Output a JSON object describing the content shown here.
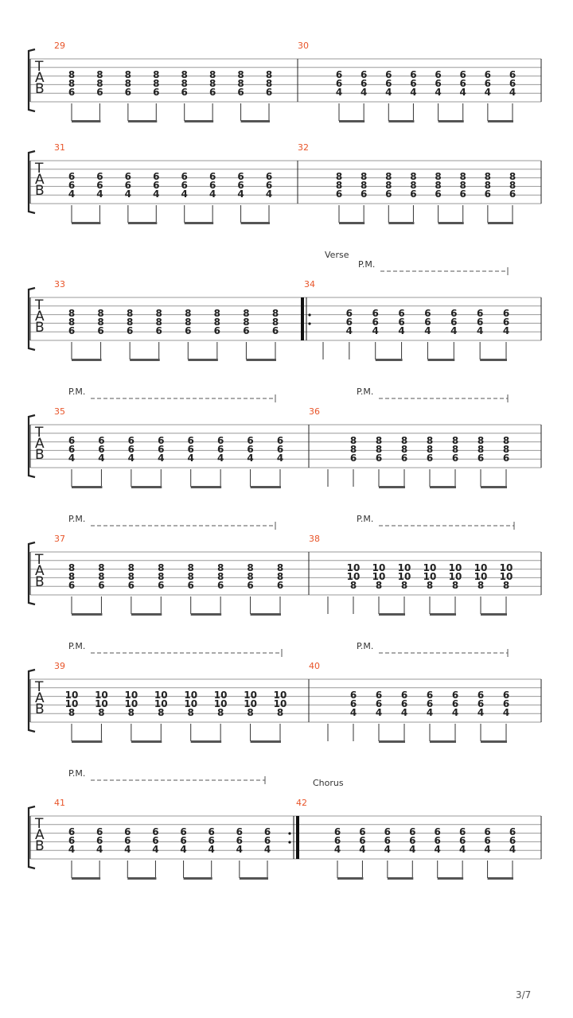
{
  "document": {
    "type": "guitar-tablature",
    "page_number": "3/7",
    "tab_clef": [
      "T",
      "A",
      "B"
    ],
    "colors": {
      "measure_number": "#e8552a",
      "staff": "#999999",
      "notes": "#222222",
      "barline": "#222222"
    }
  },
  "systems": [
    {
      "measures": [
        {
          "number": "29",
          "notes": [
            [
              "8",
              "8",
              "6"
            ],
            [
              "8",
              "8",
              "6"
            ],
            [
              "8",
              "8",
              "6"
            ],
            [
              "8",
              "8",
              "6"
            ],
            [
              "8",
              "8",
              "6"
            ],
            [
              "8",
              "8",
              "6"
            ],
            [
              "8",
              "8",
              "6"
            ],
            [
              "8",
              "8",
              "6"
            ]
          ]
        },
        {
          "number": "30",
          "notes": [
            [
              "6",
              "6",
              "4"
            ],
            [
              "6",
              "6",
              "4"
            ],
            [
              "6",
              "6",
              "4"
            ],
            [
              "6",
              "6",
              "4"
            ],
            [
              "6",
              "6",
              "4"
            ],
            [
              "6",
              "6",
              "4"
            ],
            [
              "6",
              "6",
              "4"
            ],
            [
              "6",
              "6",
              "4"
            ]
          ]
        }
      ]
    },
    {
      "measures": [
        {
          "number": "31",
          "notes": [
            [
              "6",
              "6",
              "4"
            ],
            [
              "6",
              "6",
              "4"
            ],
            [
              "6",
              "6",
              "4"
            ],
            [
              "6",
              "6",
              "4"
            ],
            [
              "6",
              "6",
              "4"
            ],
            [
              "6",
              "6",
              "4"
            ],
            [
              "6",
              "6",
              "4"
            ],
            [
              "6",
              "6",
              "4"
            ]
          ]
        },
        {
          "number": "32",
          "notes": [
            [
              "8",
              "8",
              "6"
            ],
            [
              "8",
              "8",
              "6"
            ],
            [
              "8",
              "8",
              "6"
            ],
            [
              "8",
              "8",
              "6"
            ],
            [
              "8",
              "8",
              "6"
            ],
            [
              "8",
              "8",
              "6"
            ],
            [
              "8",
              "8",
              "6"
            ],
            [
              "8",
              "8",
              "6"
            ]
          ]
        }
      ]
    },
    {
      "measures": [
        {
          "number": "33",
          "notes": [
            [
              "8",
              "8",
              "6"
            ],
            [
              "8",
              "8",
              "6"
            ],
            [
              "8",
              "8",
              "6"
            ],
            [
              "8",
              "8",
              "6"
            ],
            [
              "8",
              "8",
              "6"
            ],
            [
              "8",
              "8",
              "6"
            ],
            [
              "8",
              "8",
              "6"
            ],
            [
              "8",
              "8",
              "6"
            ]
          ]
        },
        {
          "number": "34",
          "section": "Verse",
          "palm_mute": "P.M.",
          "repeat_start": true,
          "leading_rest": true,
          "notes": [
            [
              "6",
              "6",
              "4"
            ],
            [
              "6",
              "6",
              "4"
            ],
            [
              "6",
              "6",
              "4"
            ],
            [
              "6",
              "6",
              "4"
            ],
            [
              "6",
              "6",
              "4"
            ],
            [
              "6",
              "6",
              "4"
            ],
            [
              "6",
              "6",
              "4"
            ]
          ]
        }
      ]
    },
    {
      "measures": [
        {
          "number": "35",
          "palm_mute": "P.M.",
          "notes": [
            [
              "6",
              "6",
              "4"
            ],
            [
              "6",
              "6",
              "4"
            ],
            [
              "6",
              "6",
              "4"
            ],
            [
              "6",
              "6",
              "4"
            ],
            [
              "6",
              "6",
              "4"
            ],
            [
              "6",
              "6",
              "4"
            ],
            [
              "6",
              "6",
              "4"
            ],
            [
              "6",
              "6",
              "4"
            ]
          ]
        },
        {
          "number": "36",
          "palm_mute": "P.M.",
          "leading_rest": true,
          "notes": [
            [
              "8",
              "8",
              "6"
            ],
            [
              "8",
              "8",
              "6"
            ],
            [
              "8",
              "8",
              "6"
            ],
            [
              "8",
              "8",
              "6"
            ],
            [
              "8",
              "8",
              "6"
            ],
            [
              "8",
              "8",
              "6"
            ],
            [
              "8",
              "8",
              "6"
            ]
          ]
        }
      ]
    },
    {
      "measures": [
        {
          "number": "37",
          "palm_mute": "P.M.",
          "notes": [
            [
              "8",
              "8",
              "6"
            ],
            [
              "8",
              "8",
              "6"
            ],
            [
              "8",
              "8",
              "6"
            ],
            [
              "8",
              "8",
              "6"
            ],
            [
              "8",
              "8",
              "6"
            ],
            [
              "8",
              "8",
              "6"
            ],
            [
              "8",
              "8",
              "6"
            ],
            [
              "8",
              "8",
              "6"
            ]
          ]
        },
        {
          "number": "38",
          "palm_mute": "P.M.",
          "leading_rest": true,
          "notes": [
            [
              "10",
              "10",
              "8"
            ],
            [
              "10",
              "10",
              "8"
            ],
            [
              "10",
              "10",
              "8"
            ],
            [
              "10",
              "10",
              "8"
            ],
            [
              "10",
              "10",
              "8"
            ],
            [
              "10",
              "10",
              "8"
            ],
            [
              "10",
              "10",
              "8"
            ]
          ]
        }
      ]
    },
    {
      "measures": [
        {
          "number": "39",
          "palm_mute": "P.M.",
          "notes": [
            [
              "10",
              "10",
              "8"
            ],
            [
              "10",
              "10",
              "8"
            ],
            [
              "10",
              "10",
              "8"
            ],
            [
              "10",
              "10",
              "8"
            ],
            [
              "10",
              "10",
              "8"
            ],
            [
              "10",
              "10",
              "8"
            ],
            [
              "10",
              "10",
              "8"
            ],
            [
              "10",
              "10",
              "8"
            ]
          ]
        },
        {
          "number": "40",
          "palm_mute": "P.M.",
          "leading_rest": true,
          "notes": [
            [
              "6",
              "6",
              "4"
            ],
            [
              "6",
              "6",
              "4"
            ],
            [
              "6",
              "6",
              "4"
            ],
            [
              "6",
              "6",
              "4"
            ],
            [
              "6",
              "6",
              "4"
            ],
            [
              "6",
              "6",
              "4"
            ],
            [
              "6",
              "6",
              "4"
            ]
          ]
        }
      ]
    },
    {
      "measures": [
        {
          "number": "41",
          "palm_mute": "P.M.",
          "repeat_end": true,
          "notes": [
            [
              "6",
              "6",
              "4"
            ],
            [
              "6",
              "6",
              "4"
            ],
            [
              "6",
              "6",
              "4"
            ],
            [
              "6",
              "6",
              "4"
            ],
            [
              "6",
              "6",
              "4"
            ],
            [
              "6",
              "6",
              "4"
            ],
            [
              "6",
              "6",
              "4"
            ],
            [
              "6",
              "6",
              "4"
            ]
          ]
        },
        {
          "number": "42",
          "section": "Chorus",
          "notes": [
            [
              "6",
              "6",
              "4"
            ],
            [
              "6",
              "6",
              "4"
            ],
            [
              "6",
              "6",
              "4"
            ],
            [
              "6",
              "6",
              "4"
            ],
            [
              "6",
              "6",
              "4"
            ],
            [
              "6",
              "6",
              "4"
            ],
            [
              "6",
              "6",
              "4"
            ],
            [
              "6",
              "6",
              "4"
            ]
          ]
        }
      ]
    }
  ]
}
